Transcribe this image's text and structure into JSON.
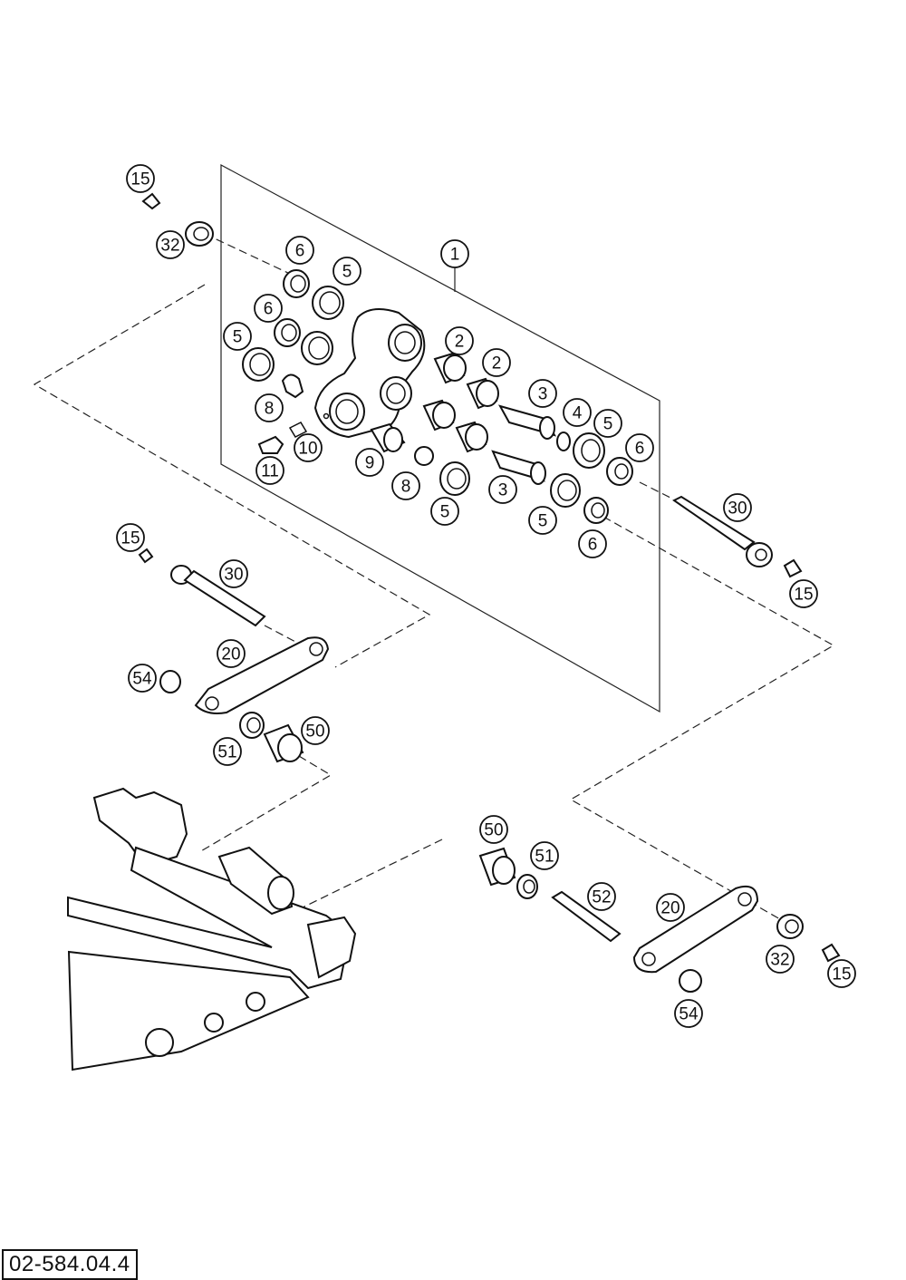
{
  "drawing_code": "02-584.04.4",
  "callouts": [
    "15",
    "32",
    "6",
    "5",
    "1",
    "6",
    "5",
    "2",
    "2",
    "8",
    "3",
    "4",
    "5",
    "6",
    "10",
    "11",
    "9",
    "8",
    "3",
    "5",
    "5",
    "6",
    "30",
    "15",
    "15",
    "30",
    "20",
    "54",
    "51",
    "50",
    "50",
    "51",
    "52",
    "20",
    "32",
    "15",
    "54"
  ],
  "colors": {
    "line": "#111111",
    "background": "#ffffff"
  }
}
